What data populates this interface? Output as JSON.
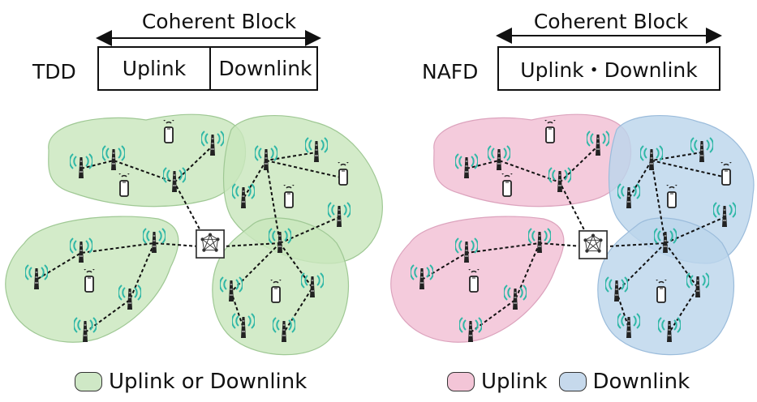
{
  "left": {
    "scheme": "TDD",
    "coherent_block": "Coherent Block",
    "cells": [
      "Uplink",
      "Downlink"
    ],
    "legend": [
      {
        "label": "Uplink or Downlink",
        "color": "#cfe8c6"
      }
    ]
  },
  "right": {
    "scheme": "NAFD",
    "coherent_block": "Coherent Block",
    "cells": [
      "Uplink・Downlink"
    ],
    "legend": [
      {
        "label": "Uplink",
        "color": "#f3c5d7"
      },
      {
        "label": "Downlink",
        "color": "#c6d9ec"
      }
    ]
  },
  "colors": {
    "green_region": "#c9e6bd",
    "pink_region": "#f1bfd4",
    "blue_region": "#bcd5ec",
    "antenna_waves": "#2fb7a6",
    "antenna_mast": "#222222"
  },
  "icons": [
    "antenna-icon",
    "phone-icon",
    "cpu-hub-icon"
  ]
}
